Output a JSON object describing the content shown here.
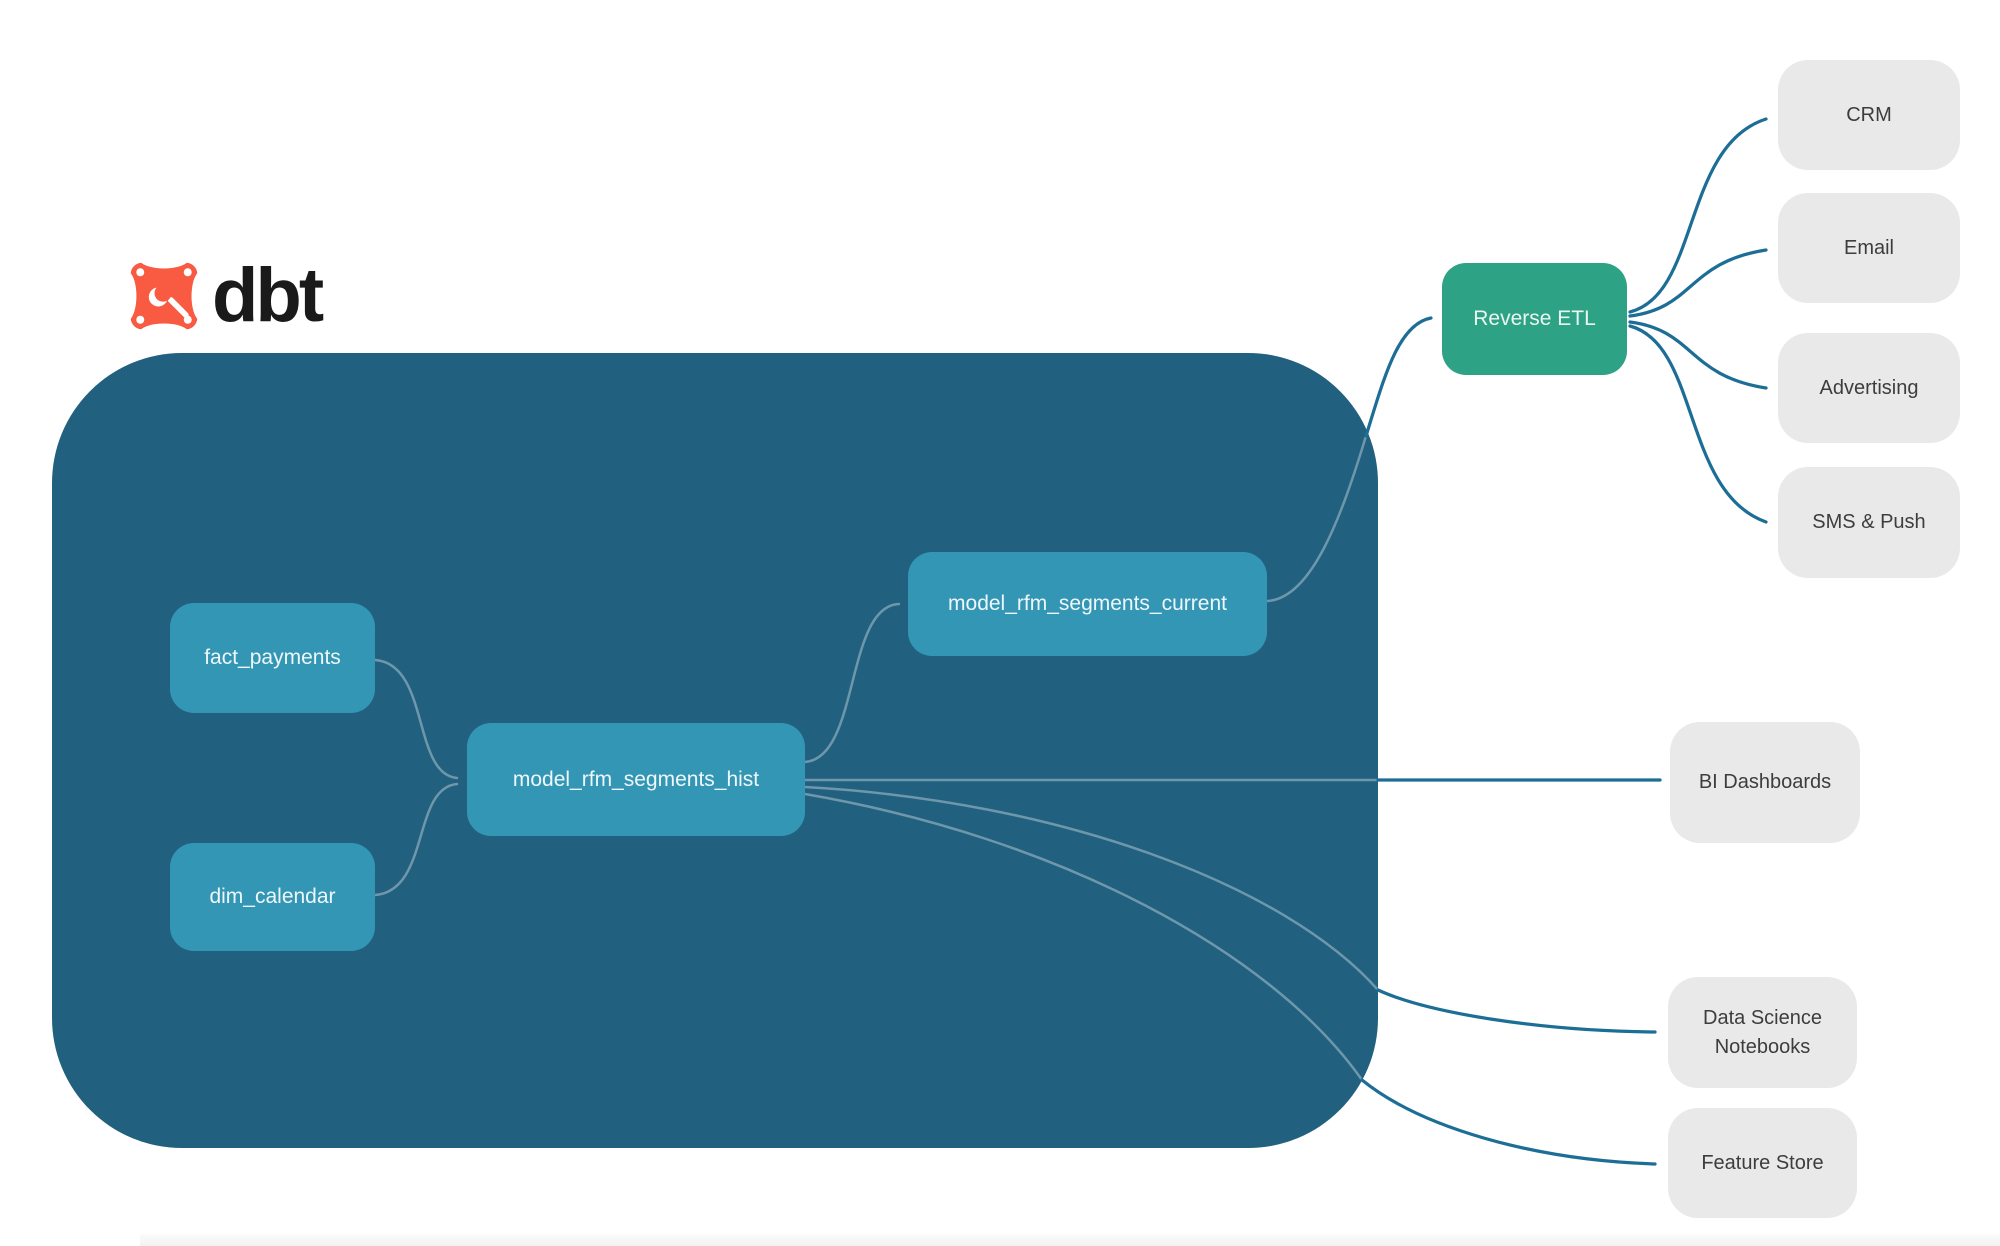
{
  "logo": {
    "brand": "dbt"
  },
  "nodes": {
    "inner": [
      {
        "id": "fact_payments",
        "label": "fact_payments"
      },
      {
        "id": "dim_calendar",
        "label": "dim_calendar"
      },
      {
        "id": "model_rfm_segments_hist",
        "label": "model_rfm_segments_hist"
      },
      {
        "id": "model_rfm_segments_current",
        "label": "model_rfm_segments_current"
      }
    ],
    "reverse_etl": {
      "id": "reverse_etl",
      "label": "Reverse ETL"
    },
    "destinations": [
      {
        "id": "crm",
        "label": "CRM"
      },
      {
        "id": "email",
        "label": "Email"
      },
      {
        "id": "advertising",
        "label": "Advertising"
      },
      {
        "id": "sms_push",
        "label": "SMS & Push"
      },
      {
        "id": "bi_dashboards",
        "label": "BI Dashboards"
      },
      {
        "id": "data_science_notebooks",
        "label": "Data Science Notebooks"
      },
      {
        "id": "feature_store",
        "label": "Feature Store"
      }
    ]
  },
  "edges": [
    {
      "from": "fact_payments",
      "to": "model_rfm_segments_hist"
    },
    {
      "from": "dim_calendar",
      "to": "model_rfm_segments_hist"
    },
    {
      "from": "model_rfm_segments_hist",
      "to": "model_rfm_segments_current"
    },
    {
      "from": "model_rfm_segments_current",
      "to": "reverse_etl"
    },
    {
      "from": "reverse_etl",
      "to": "crm"
    },
    {
      "from": "reverse_etl",
      "to": "email"
    },
    {
      "from": "reverse_etl",
      "to": "advertising"
    },
    {
      "from": "reverse_etl",
      "to": "sms_push"
    },
    {
      "from": "model_rfm_segments_hist",
      "to": "bi_dashboards"
    },
    {
      "from": "model_rfm_segments_hist",
      "to": "data_science_notebooks"
    },
    {
      "from": "model_rfm_segments_hist",
      "to": "feature_store"
    }
  ],
  "colors": {
    "background": "#ffffff",
    "container": "#21607f",
    "inner_node": "#3496b5",
    "inner_node_text": "#eef7fa",
    "reverse_etl": "#2ea285",
    "reverse_etl_text": "#eaf7f2",
    "destination": "#e9e9e9",
    "destination_text": "#3d3d3d",
    "edge": "#1d6e96",
    "edge_inner": "rgba(255,255,255,0.35)",
    "edge_inner_arrow": "rgba(255,255,255,0.55)",
    "logo_orange": "#f85b41",
    "logo_text": "#1a1a1a"
  }
}
